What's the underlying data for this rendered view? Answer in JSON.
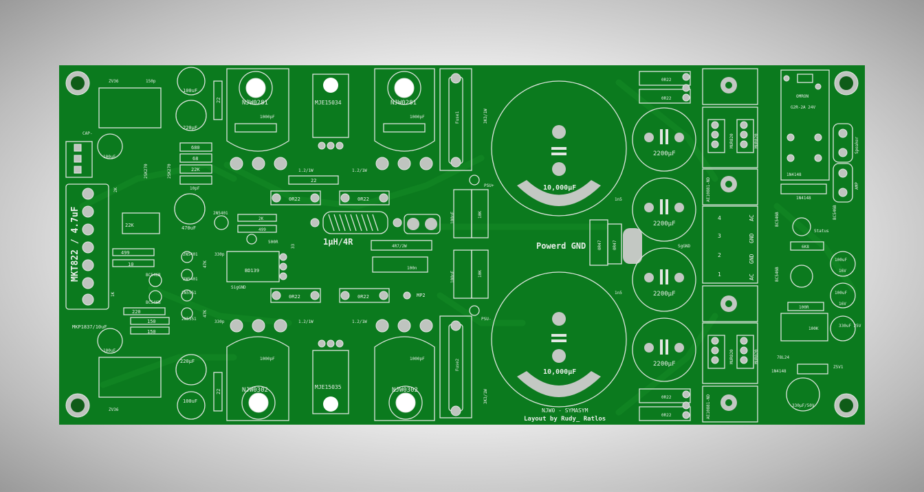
{
  "board": {
    "color": "#0b7a1e",
    "background": "#d6d6d6",
    "title_footer": "NJW0 - SYMASYM",
    "credit": "Layout by Rudy_ Ratlos",
    "powerd_gnd": "Powerd GND"
  },
  "labels": {
    "mkt822": "MKT822 / 4.7uF",
    "mkp1837": "MKP1837/10uF",
    "inductor": "1µH/4R",
    "big_cap_top": "10,000µF",
    "big_cap_bottom": "10,000µF",
    "cap2200_1": "2200µF",
    "cap2200_2": "2200µF",
    "cap2200_3": "2200µF",
    "cap2200_4": "2200µF",
    "njw0281_l": "NJW0281",
    "njw0281_r": "NJW0281",
    "njw0302_l": "NJW0302",
    "njw0302_r": "NJW0302",
    "mje15034": "MJE15034",
    "mje15035": "MJE15035",
    "bd139": "BD139",
    "fuse1": "Fuse1",
    "fuse2": "Fuse2",
    "psu_plus": "PSU+",
    "psu_minus": "PSU-",
    "or22_a": "0R22",
    "or22_b": "0R22",
    "or22_c": "0R22",
    "or22_d": "0R22",
    "or22_e": "0R22",
    "or22_f": "0R22",
    "or22_g": "0R22",
    "or22_h": "0R22",
    "r4r7": "4R7/2W",
    "r100n": "100n",
    "mp2": "MP2",
    "r22": "22",
    "r500r": "500R",
    "r499": "499",
    "r2k": "2K",
    "r680": "680",
    "r68": "68",
    "r22k": "22K",
    "c10pf": "10pF",
    "c470uf": "470uF",
    "c100uf": "100uF",
    "c220uf": "220µF",
    "c1000pf": "1000pF",
    "r1_2_1w": "1.2/1W",
    "r3k3": "3K3/1W",
    "r10k": "10K",
    "c100nf": "100nF",
    "sig_gnd": "SigGND",
    "speaker": "Speaker",
    "amp": "AMP",
    "omron": "OMRON",
    "relay": "G2R-2A 24V",
    "status": "Status",
    "n4148": "1N4148",
    "bc546b": "BC546B",
    "r6k8": "6K8",
    "r100r": "100R",
    "r100k": "100K",
    "c330uf25v": "330uF 25V",
    "c330uf50v": "330µF/50V",
    "l78l24": "78L24",
    "z5v1": "Z5V1",
    "c16v": "16V",
    "mur820": "MUR820",
    "ae10881": "AE10881-ND",
    "ac": "AC",
    "gnd": "GND",
    "pin1": "1",
    "pin2": "2",
    "pin3": "3",
    "pin4": "4",
    "zv36_top": "ZV36",
    "zv36_bot": "ZV36",
    "c150p": "150p",
    "cap_minus": "CAP-",
    "r0r47": "0R47",
    "c1n5": "1n5",
    "n2n5401": "2N5401",
    "n2n5551": "2N5551",
    "n2sk270": "2SK270",
    "r47k": "47K",
    "c330p": "330p",
    "r150": "150",
    "r220": "220",
    "r10": "10",
    "r33": "33",
    "r1k": "1K",
    "sgnd": "SgGND"
  }
}
